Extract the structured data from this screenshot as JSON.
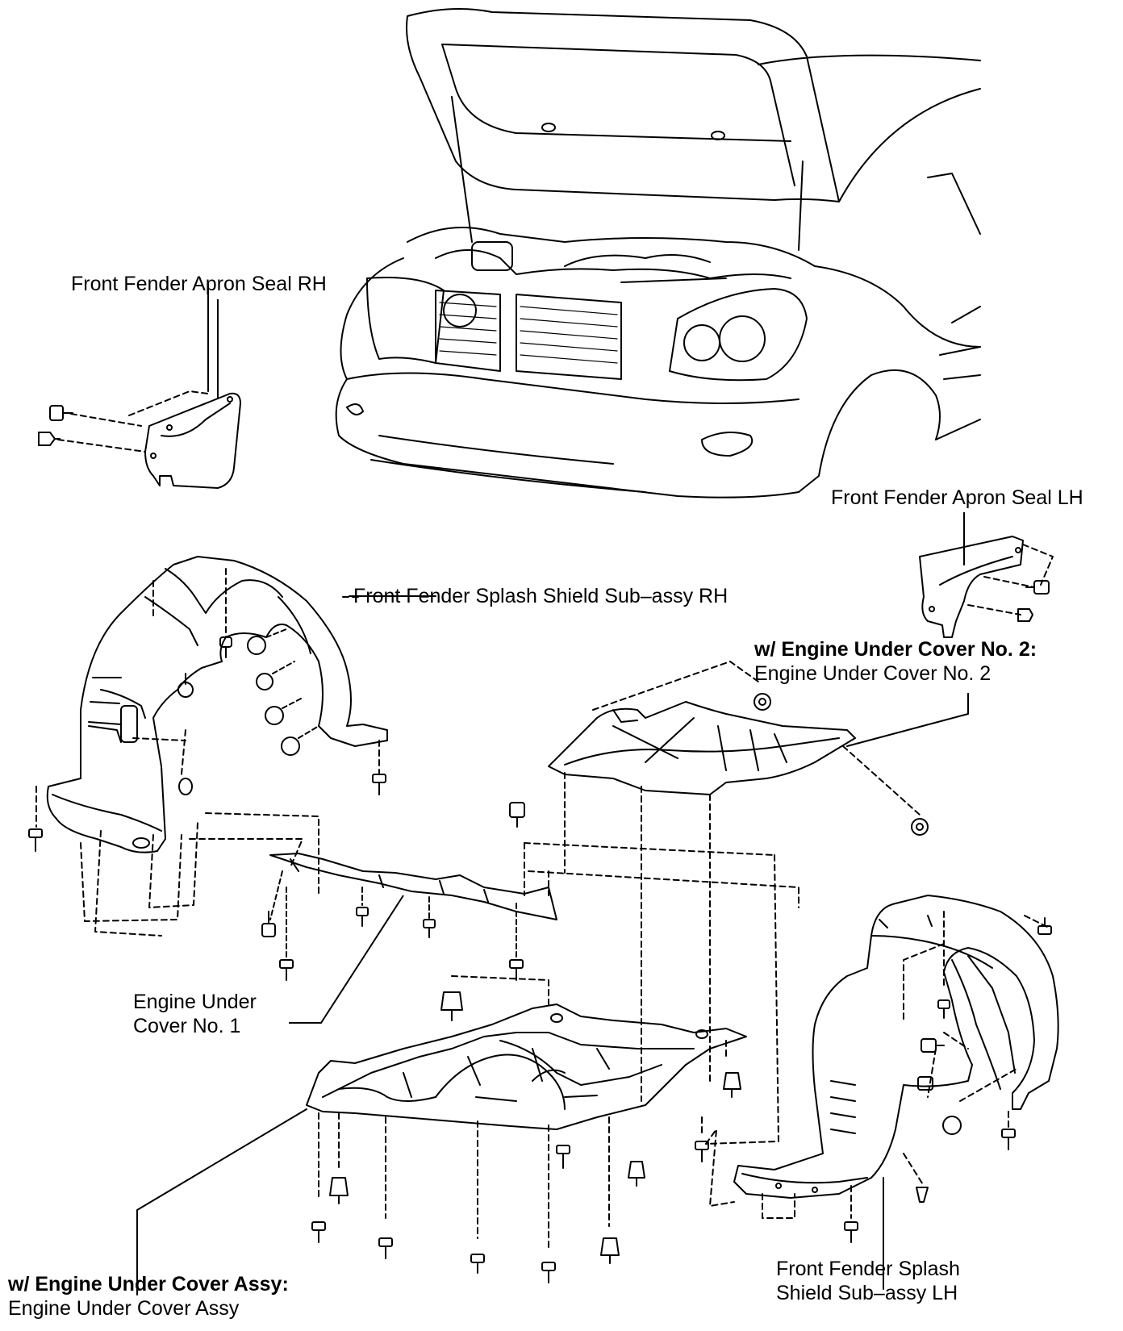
{
  "labels": {
    "apron_seal_rh": "Front Fender Apron Seal RH",
    "apron_seal_lh": "Front Fender Apron Seal LH",
    "splash_rh": "Front Fender Splash Shield Sub–assy RH",
    "euc2_title": "w/ Engine Under Cover No. 2:",
    "euc2_name": "Engine Under Cover No. 2",
    "euc1_line1": "Engine Under",
    "euc1_line2": "Cover No. 1",
    "euc_assy_title": "w/ Engine Under Cover Assy:",
    "euc_assy_name": "Engine Under Cover Assy",
    "splash_lh_line1": "Front Fender Splash",
    "splash_lh_line2": "Shield Sub–assy LH"
  }
}
